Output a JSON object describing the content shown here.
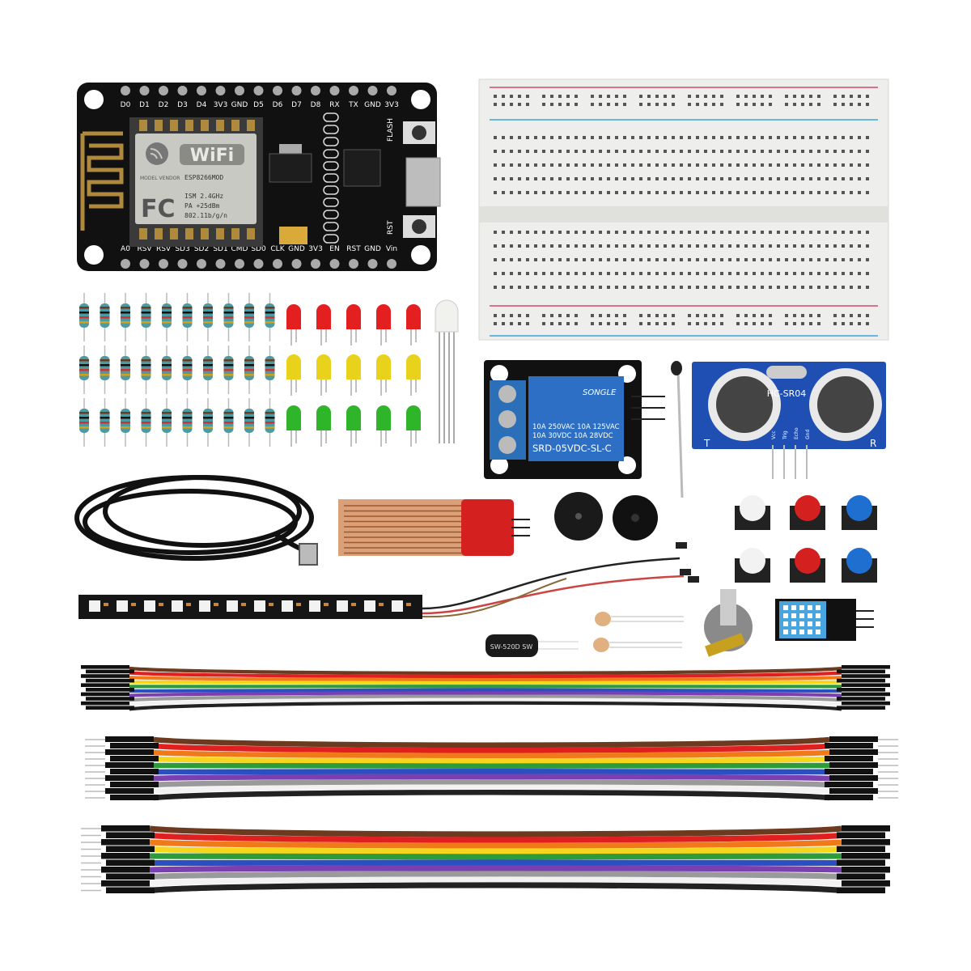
{
  "nodemcu": {
    "top_pins": [
      "D0",
      "D1",
      "D2",
      "D3",
      "D4",
      "3V3",
      "GND",
      "D5",
      "D6",
      "D7",
      "D8",
      "RX",
      "TX",
      "GND",
      "3V3"
    ],
    "bottom_pins": [
      "A0",
      "RSV",
      "RSV",
      "SD3",
      "SD2",
      "SD1",
      "CMD",
      "SD0",
      "CLK",
      "GND",
      "3V3",
      "EN",
      "RST",
      "GND",
      "Vin"
    ],
    "flash_label": "FLASH",
    "rst_label": "RST",
    "wifi_logo": "WiFi",
    "module_name": "ESP8266MOD",
    "model_vendor": "MODEL VENDOR",
    "fcc_logo": "FC",
    "spec_lines": [
      "ISM 2.4GHz",
      "PA +25dBm",
      "802.11b/g/n"
    ]
  },
  "relay": {
    "brand": "SONGLE",
    "ratings": [
      "10A 250VAC  10A 125VAC",
      "10A  30VDC  10A  28VDC"
    ],
    "model": "SRD-05VDC-SL-C"
  },
  "ultrasonic": {
    "model": "HC-SR04",
    "left_label": "T",
    "right_label": "R",
    "pins": [
      "Vcc",
      "Trig",
      "Echo",
      "Gnd"
    ]
  },
  "tilt_sensor": {
    "label": "SW-520D SW"
  },
  "colors": {
    "board_black": "#111111",
    "module_blue": "#1f4fb3",
    "relay_blue": "#2c6fc4",
    "sensor_red": "#d52020",
    "led_red": "#e41f1f",
    "led_yellow": "#e8d21c",
    "led_green": "#2fb52a",
    "resistor_body": "#4f9aa0",
    "ribbon": [
      "#6b3a1f",
      "#e02020",
      "#f07a1a",
      "#f5d61c",
      "#2d9b3a",
      "#2a4fc0",
      "#7a3fb0",
      "#9a9a9a",
      "#f2f2f2",
      "#222222"
    ]
  }
}
